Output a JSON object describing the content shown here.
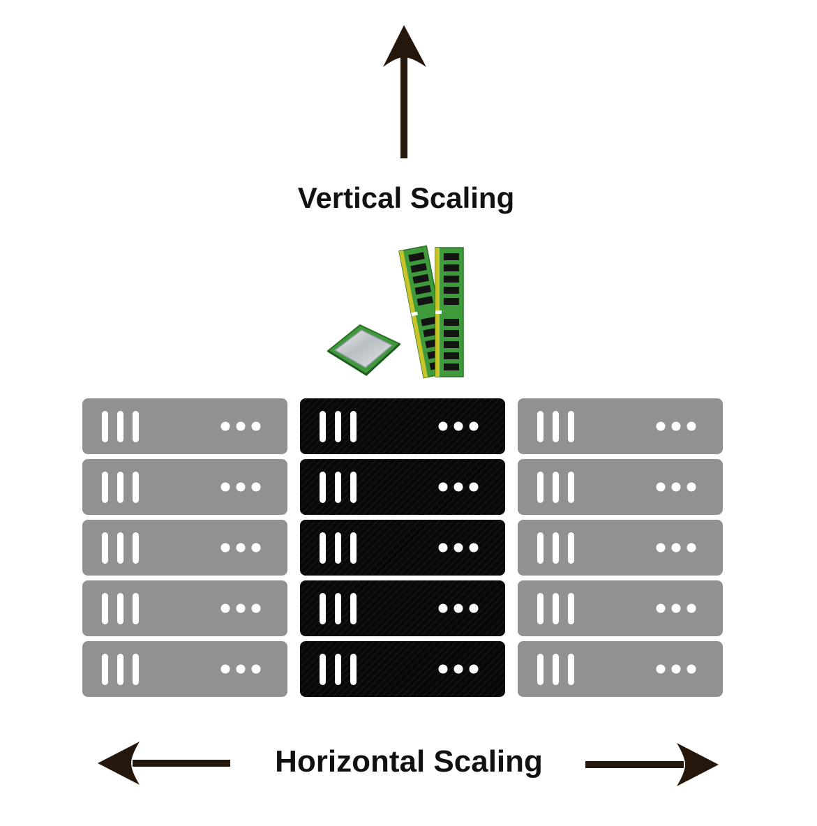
{
  "labels": {
    "vertical": "Vertical Scaling",
    "horizontal": "Horizontal Scaling"
  },
  "icons": {
    "cpu": "cpu-chip-icon",
    "ram": "ram-module-icon",
    "server_unit": "server-unit-icon"
  },
  "racks": [
    {
      "name": "left",
      "units": 5,
      "variant": "added"
    },
    {
      "name": "center",
      "units": 5,
      "variant": "original"
    },
    {
      "name": "right",
      "units": 5,
      "variant": "added"
    }
  ],
  "colors": {
    "arrow": "#25170c",
    "text": "#111111",
    "rack_added": "#919191",
    "rack_original": "#080808",
    "rack_detail": "#ffffff",
    "pcb_green": "#3f9a3c",
    "chip_black": "#141414",
    "gold_contacts": "#c8c42a",
    "cpu_silver": "#c9cdd0"
  }
}
